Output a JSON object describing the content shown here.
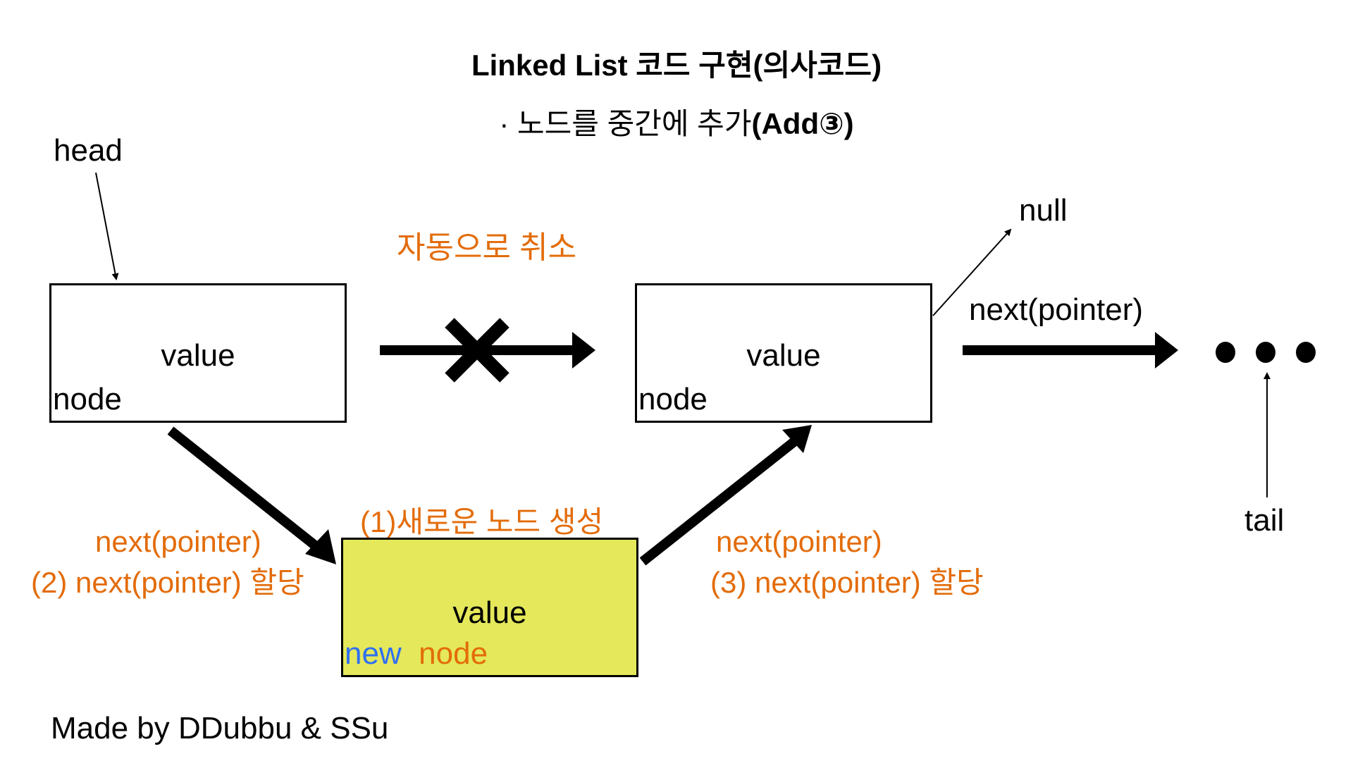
{
  "title": "Linked List 코드 구현(의사코드)",
  "subtitle": {
    "bullet": "·",
    "text": "노드를 중간에 추가",
    "bold_suffix": "(Add③)"
  },
  "labels": {
    "head": "head",
    "tail": "tail",
    "null": "null",
    "auto_cancel": "자동으로 취소",
    "next_pointer_right": "next(pointer)",
    "create_new_node": "(1)새로운 노드 생성",
    "left_next_pointer": "next(pointer)",
    "left_step2": "(2) next(pointer) 할당",
    "right_next_pointer": "next(pointer)",
    "right_step3": "(3) next(pointer) 할당",
    "credit": "Made by DDubbu & SSu"
  },
  "nodes": [
    {
      "id": "node-1",
      "value": "value",
      "tag": "node"
    },
    {
      "id": "node-2",
      "value": "value",
      "tag": "node"
    },
    {
      "id": "new-node",
      "value": "value",
      "tag_prefix": "new",
      "tag": "node"
    }
  ],
  "ellipsis_icon": "three-dots",
  "cancel_icon": "x-mark",
  "colors": {
    "accent_orange": "#e36c0a",
    "new_node_fill": "#e4e85a",
    "new_word_blue": "#2f6ff2",
    "stroke": "#000000"
  }
}
